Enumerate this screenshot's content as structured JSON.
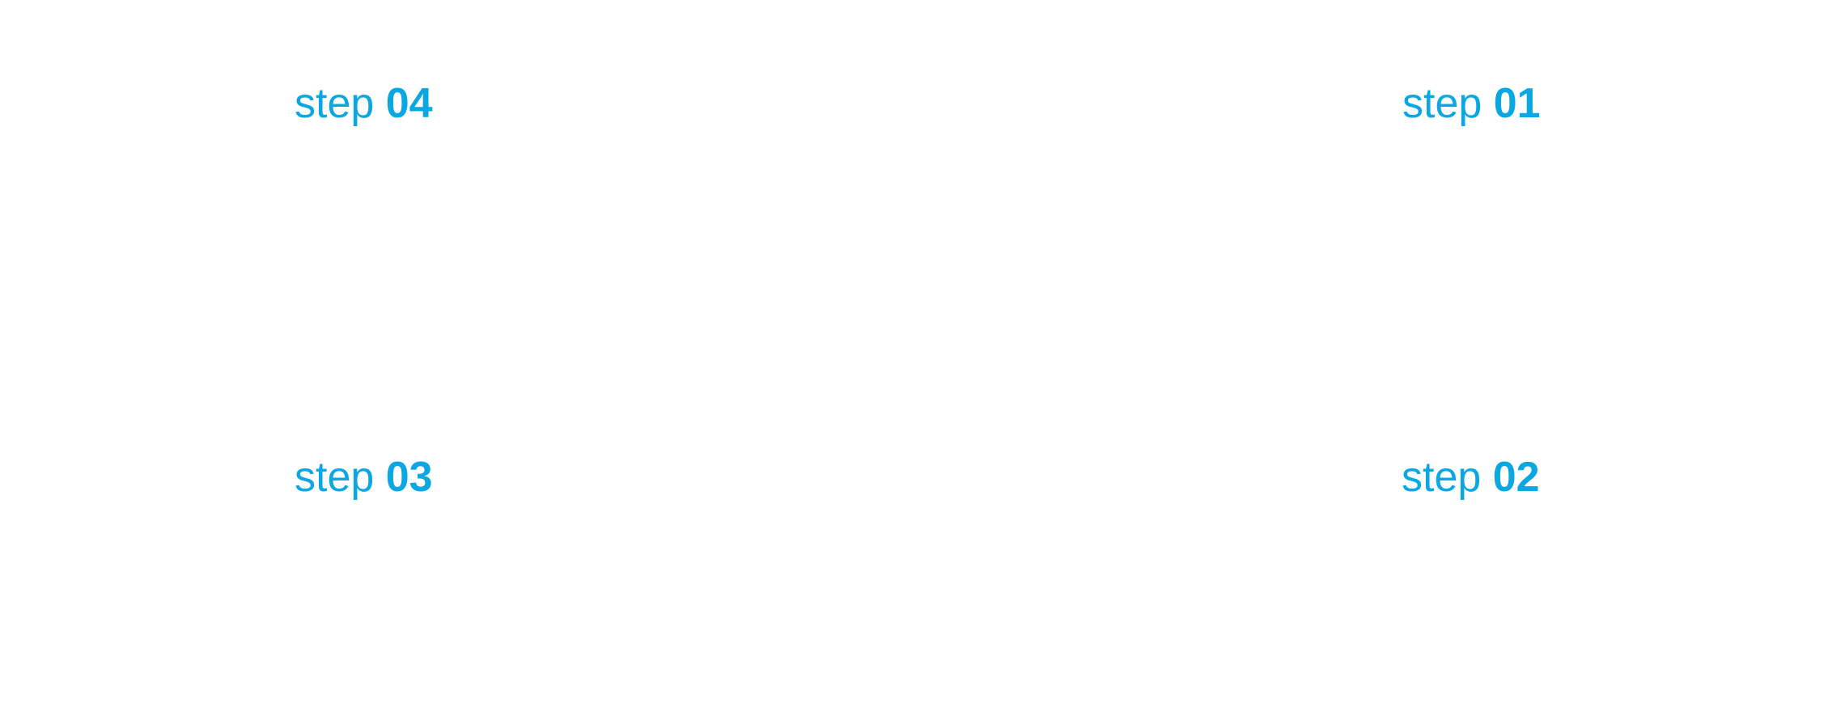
{
  "accent_color": "#0aa7e2",
  "steps": [
    {
      "word": "step",
      "number": "04"
    },
    {
      "word": "step",
      "number": "01"
    },
    {
      "word": "step",
      "number": "03"
    },
    {
      "word": "step",
      "number": "02"
    }
  ]
}
